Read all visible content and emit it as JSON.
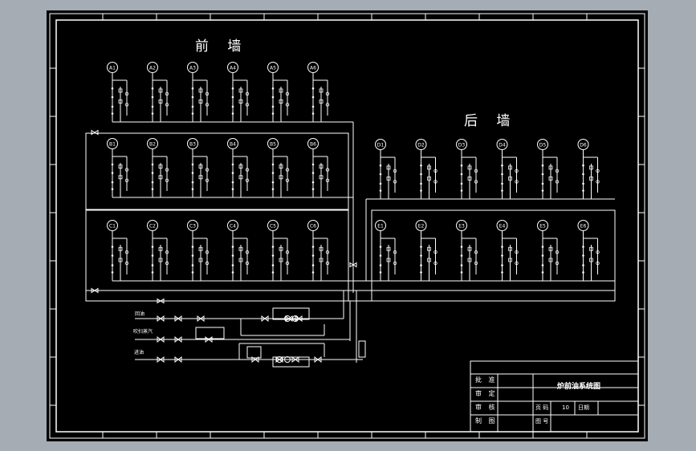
{
  "titles": {
    "front_wall": "前 墙",
    "back_wall": "后 墙"
  },
  "pipe_labels": {
    "return_oil": "回油",
    "purge_steam": "吹扫蒸汽",
    "supply_oil": "进油"
  },
  "title_block": {
    "drawing_name": "炉前油系统图",
    "approve": "批 准",
    "review": "审 定",
    "audit": "审 核",
    "draw": "制 图",
    "page_label": "页 码",
    "page_value": "10",
    "date_label": "日期",
    "drawing_no_label": "图 号"
  },
  "burners": {
    "front_upper": [
      "A1",
      "A2",
      "A3",
      "A4",
      "A5",
      "A6"
    ],
    "front_middle": [
      "B1",
      "B2",
      "B3",
      "B4",
      "B5",
      "B6"
    ],
    "front_lower": [
      "C1",
      "C2",
      "C3",
      "C4",
      "C5",
      "C6"
    ],
    "back_upper": [
      "D1",
      "D2",
      "D3",
      "D4",
      "D5",
      "D6"
    ],
    "back_lower": [
      "E1",
      "E2",
      "E3",
      "E4",
      "E5",
      "E6"
    ]
  },
  "colors": {
    "drawing_background": "#000000",
    "line": "#ffffff",
    "outer_background": "#a6acb3"
  }
}
